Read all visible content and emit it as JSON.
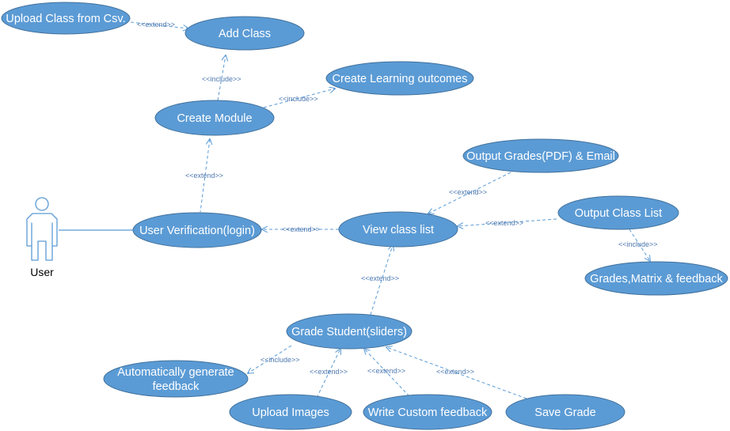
{
  "actor": {
    "label": "User"
  },
  "use_cases": {
    "upload_class_csv": {
      "lines": [
        "Upload Class from Csv."
      ]
    },
    "add_class": {
      "lines": [
        "Add Class"
      ]
    },
    "create_learning_outcomes": {
      "lines": [
        "Create Learning outcomes"
      ]
    },
    "create_module": {
      "lines": [
        "Create Module"
      ]
    },
    "output_grades_pdf_email": {
      "lines": [
        "Output Grades(PDF) & Email"
      ]
    },
    "output_class_list": {
      "lines": [
        "Output Class List"
      ]
    },
    "user_verification": {
      "lines": [
        "User Verification(login)"
      ]
    },
    "view_class_list": {
      "lines": [
        "View class list"
      ]
    },
    "grades_matrix_feedback": {
      "lines": [
        "Grades,Matrix & feedback"
      ]
    },
    "grade_student": {
      "lines": [
        "Grade Student(sliders)"
      ]
    },
    "auto_generate_feedback": {
      "lines": [
        "Automatically generate",
        "feedback"
      ]
    },
    "upload_images": {
      "lines": [
        "Upload Images"
      ]
    },
    "write_custom_feedback": {
      "lines": [
        "Write Custom feedback"
      ]
    },
    "save_grade": {
      "lines": [
        "Save Grade"
      ]
    }
  },
  "relations": [
    {
      "from": "upload_class_csv",
      "to": "add_class",
      "label": "<<extend>>"
    },
    {
      "from": "create_module",
      "to": "add_class",
      "label": "<<include>>"
    },
    {
      "from": "create_module",
      "to": "create_learning_outcomes",
      "label": "<<include>>"
    },
    {
      "from": "user_verification",
      "to": "create_module",
      "label": "<<extend>>"
    },
    {
      "from": "view_class_list",
      "to": "user_verification",
      "label": "<<extend>>"
    },
    {
      "from": "output_grades_pdf_email",
      "to": "view_class_list",
      "label": "<<extend>>"
    },
    {
      "from": "output_class_list",
      "to": "view_class_list",
      "label": "<<extend>>"
    },
    {
      "from": "output_class_list",
      "to": "grades_matrix_feedback",
      "label": "<<include>>"
    },
    {
      "from": "grade_student",
      "to": "view_class_list",
      "label": "<<extend>>"
    },
    {
      "from": "grade_student",
      "to": "auto_generate_feedback",
      "label": "<<include>>"
    },
    {
      "from": "upload_images",
      "to": "grade_student",
      "label": "<<extend>>"
    },
    {
      "from": "write_custom_feedback",
      "to": "grade_student",
      "label": "<<extend>>"
    },
    {
      "from": "save_grade",
      "to": "grade_student",
      "label": "<<extend>>"
    }
  ],
  "colors": {
    "use_case_fill": "#5b9bd5",
    "use_case_stroke": "#41719c",
    "line": "#5b9bd5",
    "label": "#4e79b0"
  }
}
